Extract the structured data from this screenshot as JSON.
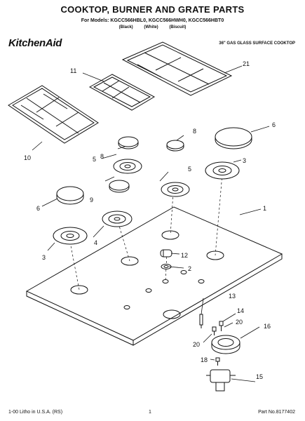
{
  "header": {
    "title": "COOKTOP, BURNER AND GRATE PARTS",
    "models": "For Models: KGCC566HBL0, KGCC566HWH0, KGCC566HBT0",
    "colors": "(Black) (White) (Biscuit)",
    "brand": "KitchenAid",
    "subtitle": "36\" GAS GLASS SURFACE COOKTOP"
  },
  "callouts": {
    "c1": "1",
    "c2": "2",
    "c3a": "3",
    "c3b": "3",
    "c4": "4",
    "c5a": "5",
    "c5b": "5",
    "c6a": "6",
    "c6b": "6",
    "c8a": "8",
    "c8b": "8",
    "c9": "9",
    "c10": "10",
    "c11": "11",
    "c12": "12",
    "c13": "13",
    "c14": "14",
    "c15": "15",
    "c16": "16",
    "c18": "18",
    "c20a": "20",
    "c20b": "20",
    "c21": "21"
  },
  "footer": {
    "left": "1-00 Litho in U.S.A. (RS)",
    "center": "1",
    "right": "Part No.8177402"
  }
}
